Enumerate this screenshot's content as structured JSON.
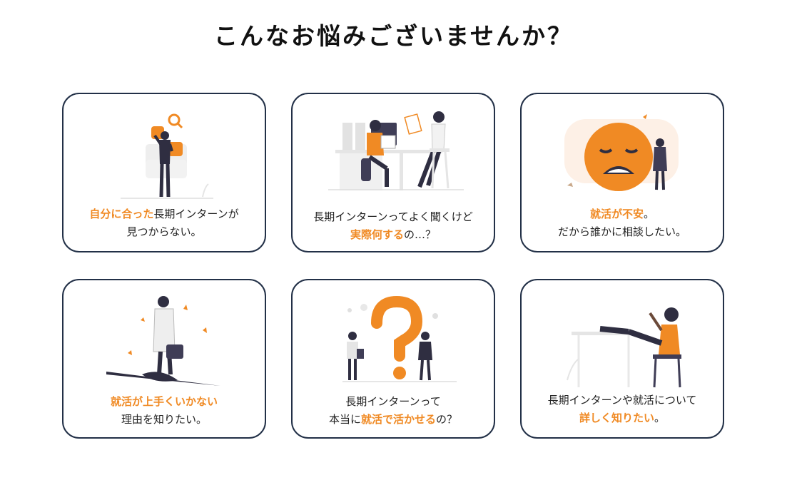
{
  "page": {
    "title": "こんなお悩みございませんか？"
  },
  "colors": {
    "accent": "#f08a24",
    "border": "#223047",
    "text": "#222222"
  },
  "cards": [
    {
      "icon": "search-illustration",
      "line1_hl": "自分に合った",
      "line1_rest": "長期インターンが",
      "line2": "見つからない。"
    },
    {
      "icon": "office-meeting-illustration",
      "line1": "長期インターンってよく聞くけど",
      "line2_hl": "実際何する",
      "line2_rest": "の…？"
    },
    {
      "icon": "tired-face-illustration",
      "line1_hl": "就活が不安",
      "line1_rest": "。",
      "line2": "だから誰かに相談したい。"
    },
    {
      "icon": "falling-man-illustration",
      "line1_hl": "就活が上手くいかない",
      "line2": "理由を知りたい。"
    },
    {
      "icon": "question-mark-illustration",
      "line1": "長期インターンって",
      "line2_pre": "本当に",
      "line2_hl": "就活で活かせる",
      "line2_rest": "の？"
    },
    {
      "icon": "relaxing-woman-illustration",
      "line1": "長期インターンや就活について",
      "line2_hl": "詳しく知りたい",
      "line2_rest": "。"
    }
  ]
}
